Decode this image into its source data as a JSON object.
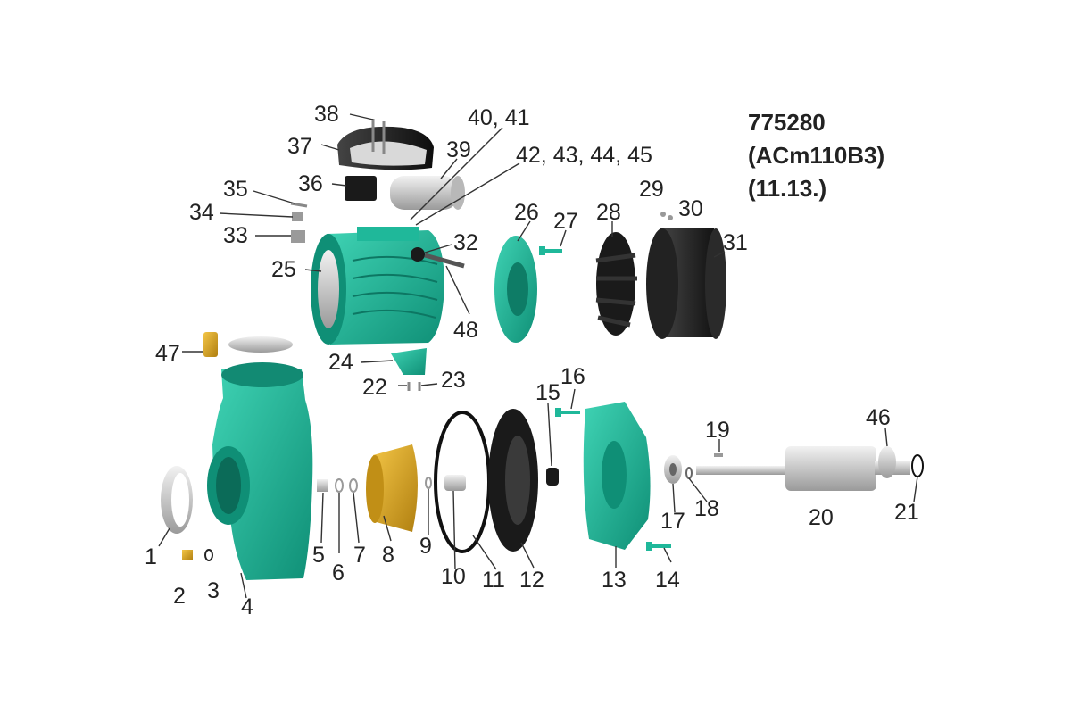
{
  "title": {
    "model": "775280",
    "code": "(ACm110B3)",
    "revision": "(11.13.)"
  },
  "labels": {
    "p1": "1",
    "p2": "2",
    "p3": "3",
    "p4": "4",
    "p5": "5",
    "p6": "6",
    "p7": "7",
    "p8": "8",
    "p9": "9",
    "p10": "10",
    "p11": "11",
    "p12": "12",
    "p13": "13",
    "p14": "14",
    "p15": "15",
    "p16": "16",
    "p17": "17",
    "p18": "18",
    "p19": "19",
    "p20": "20",
    "p21": "21",
    "p22": "22",
    "p23": "23",
    "p24": "24",
    "p25": "25",
    "p26": "26",
    "p27": "27",
    "p28": "28",
    "p29": "29",
    "p30": "30",
    "p31": "31",
    "p32": "32",
    "p33": "33",
    "p34": "34",
    "p35": "35",
    "p36": "36",
    "p37": "37",
    "p38": "38",
    "p39": "39",
    "p40_41": "40, 41",
    "p42_45": "42, 43, 44, 45",
    "p46": "46",
    "p47": "47",
    "p48": "48"
  },
  "colors": {
    "teal": "#1fb89a",
    "teal_dark": "#128a73",
    "brass": "#d4a020",
    "black": "#1a1a1a",
    "silver": "#c9c9c9"
  }
}
